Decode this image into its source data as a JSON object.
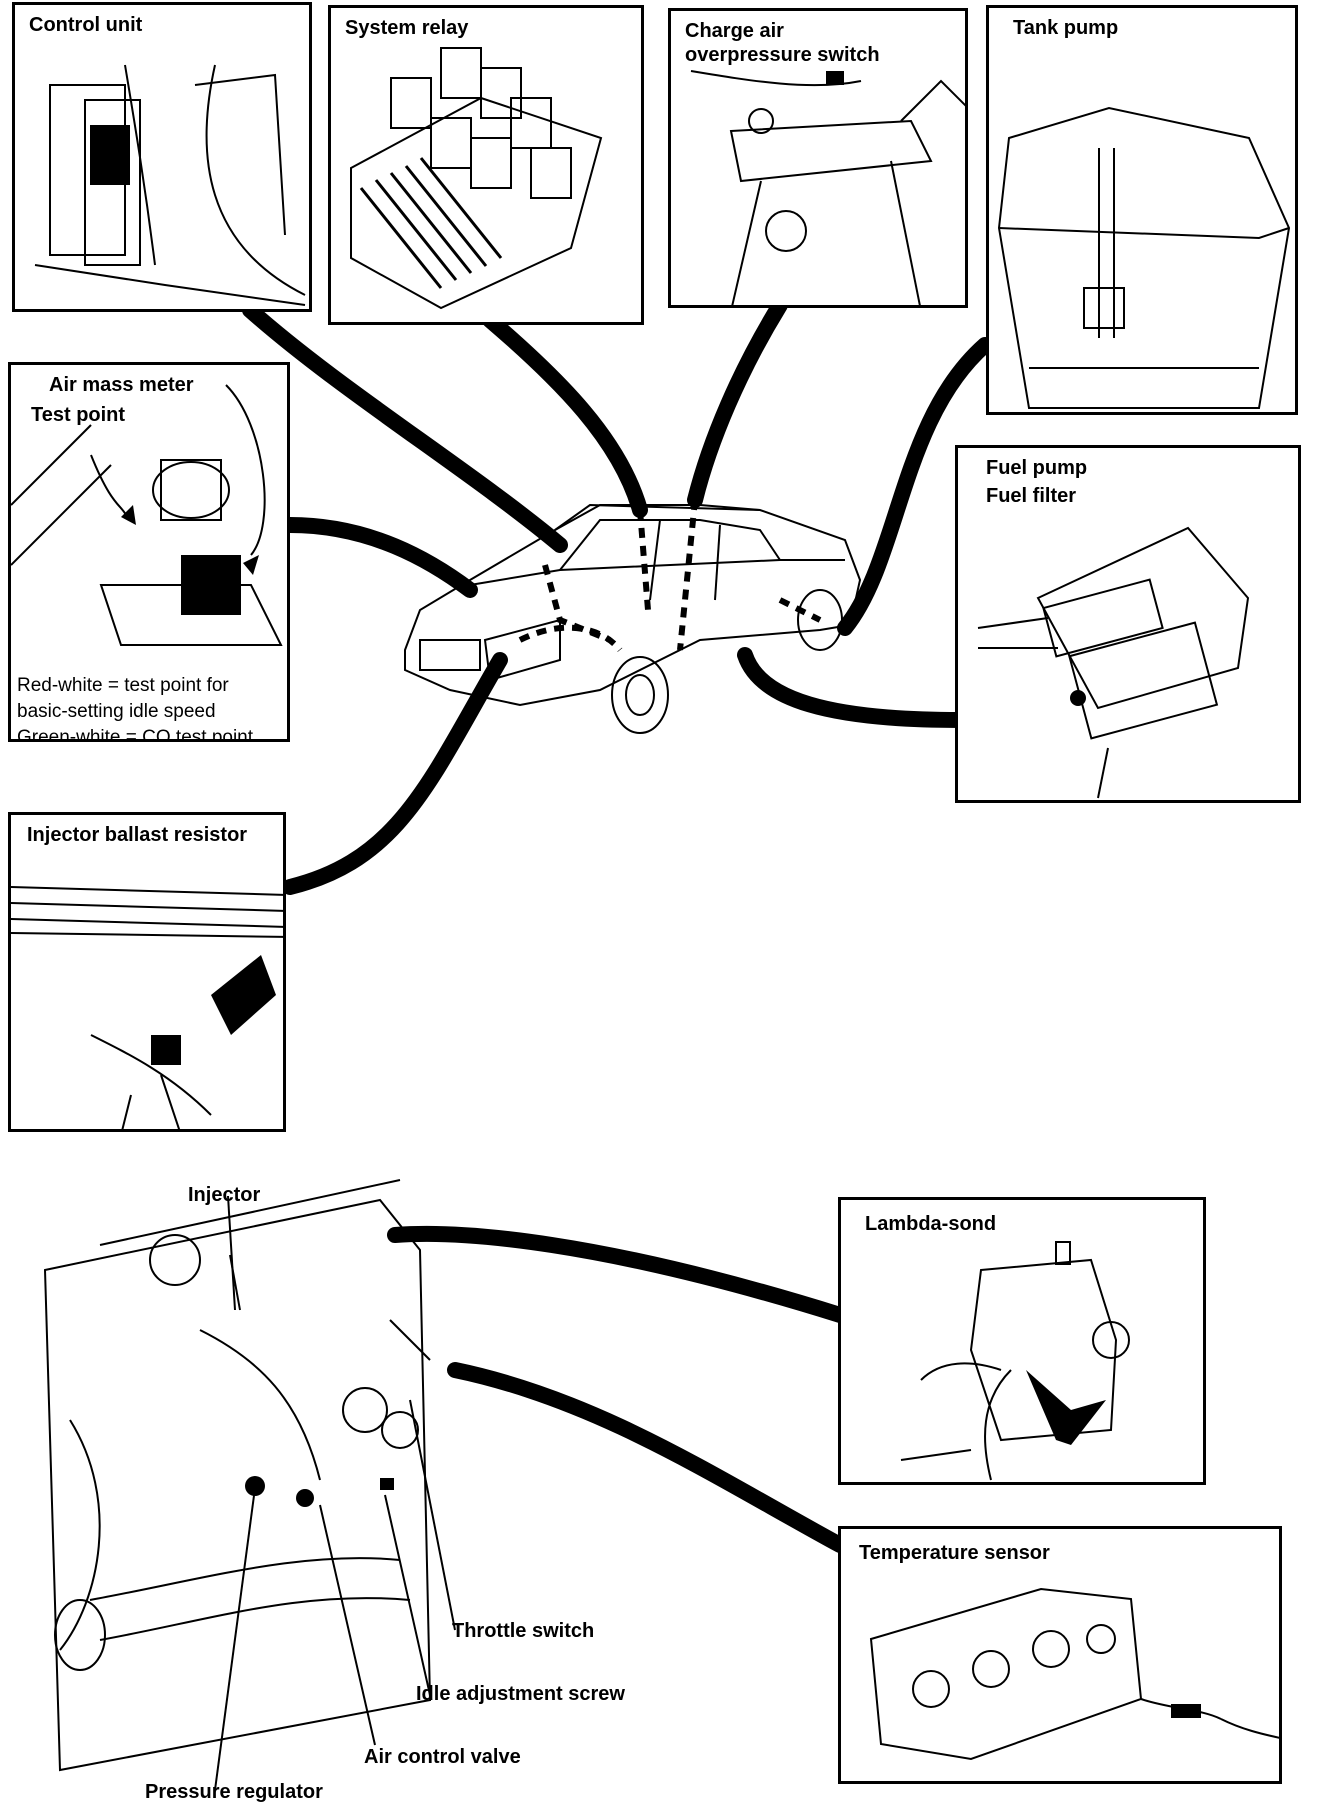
{
  "panels": {
    "control_unit": {
      "title": "Control unit"
    },
    "system_relay": {
      "title": "System relay"
    },
    "charge_air": {
      "title_line1": "Charge air",
      "title_line2": "overpressure switch"
    },
    "tank_pump": {
      "title": "Tank pump"
    },
    "air_mass": {
      "title": "Air mass meter",
      "test_point": "Test point",
      "note_line1": "Red-white = test point for",
      "note_line2": "basic-setting idle speed",
      "note_line3": "Green-white = CO test point"
    },
    "fuel_pump": {
      "title_line1": "Fuel pump",
      "title_line2": "Fuel filter"
    },
    "injector_ballast": {
      "title": "Injector ballast resistor"
    },
    "lambda": {
      "title": "Lambda-sond"
    },
    "temp_sensor": {
      "title": "Temperature sensor"
    }
  },
  "engine_callouts": {
    "injector": "Injector",
    "throttle_switch": "Throttle switch",
    "idle_adjustment_screw": "Idle adjustment screw",
    "air_control_valve": "Air control valve",
    "pressure_regulator": "Pressure regulator"
  },
  "colors": {
    "ink": "#000000",
    "paper": "#ffffff"
  }
}
